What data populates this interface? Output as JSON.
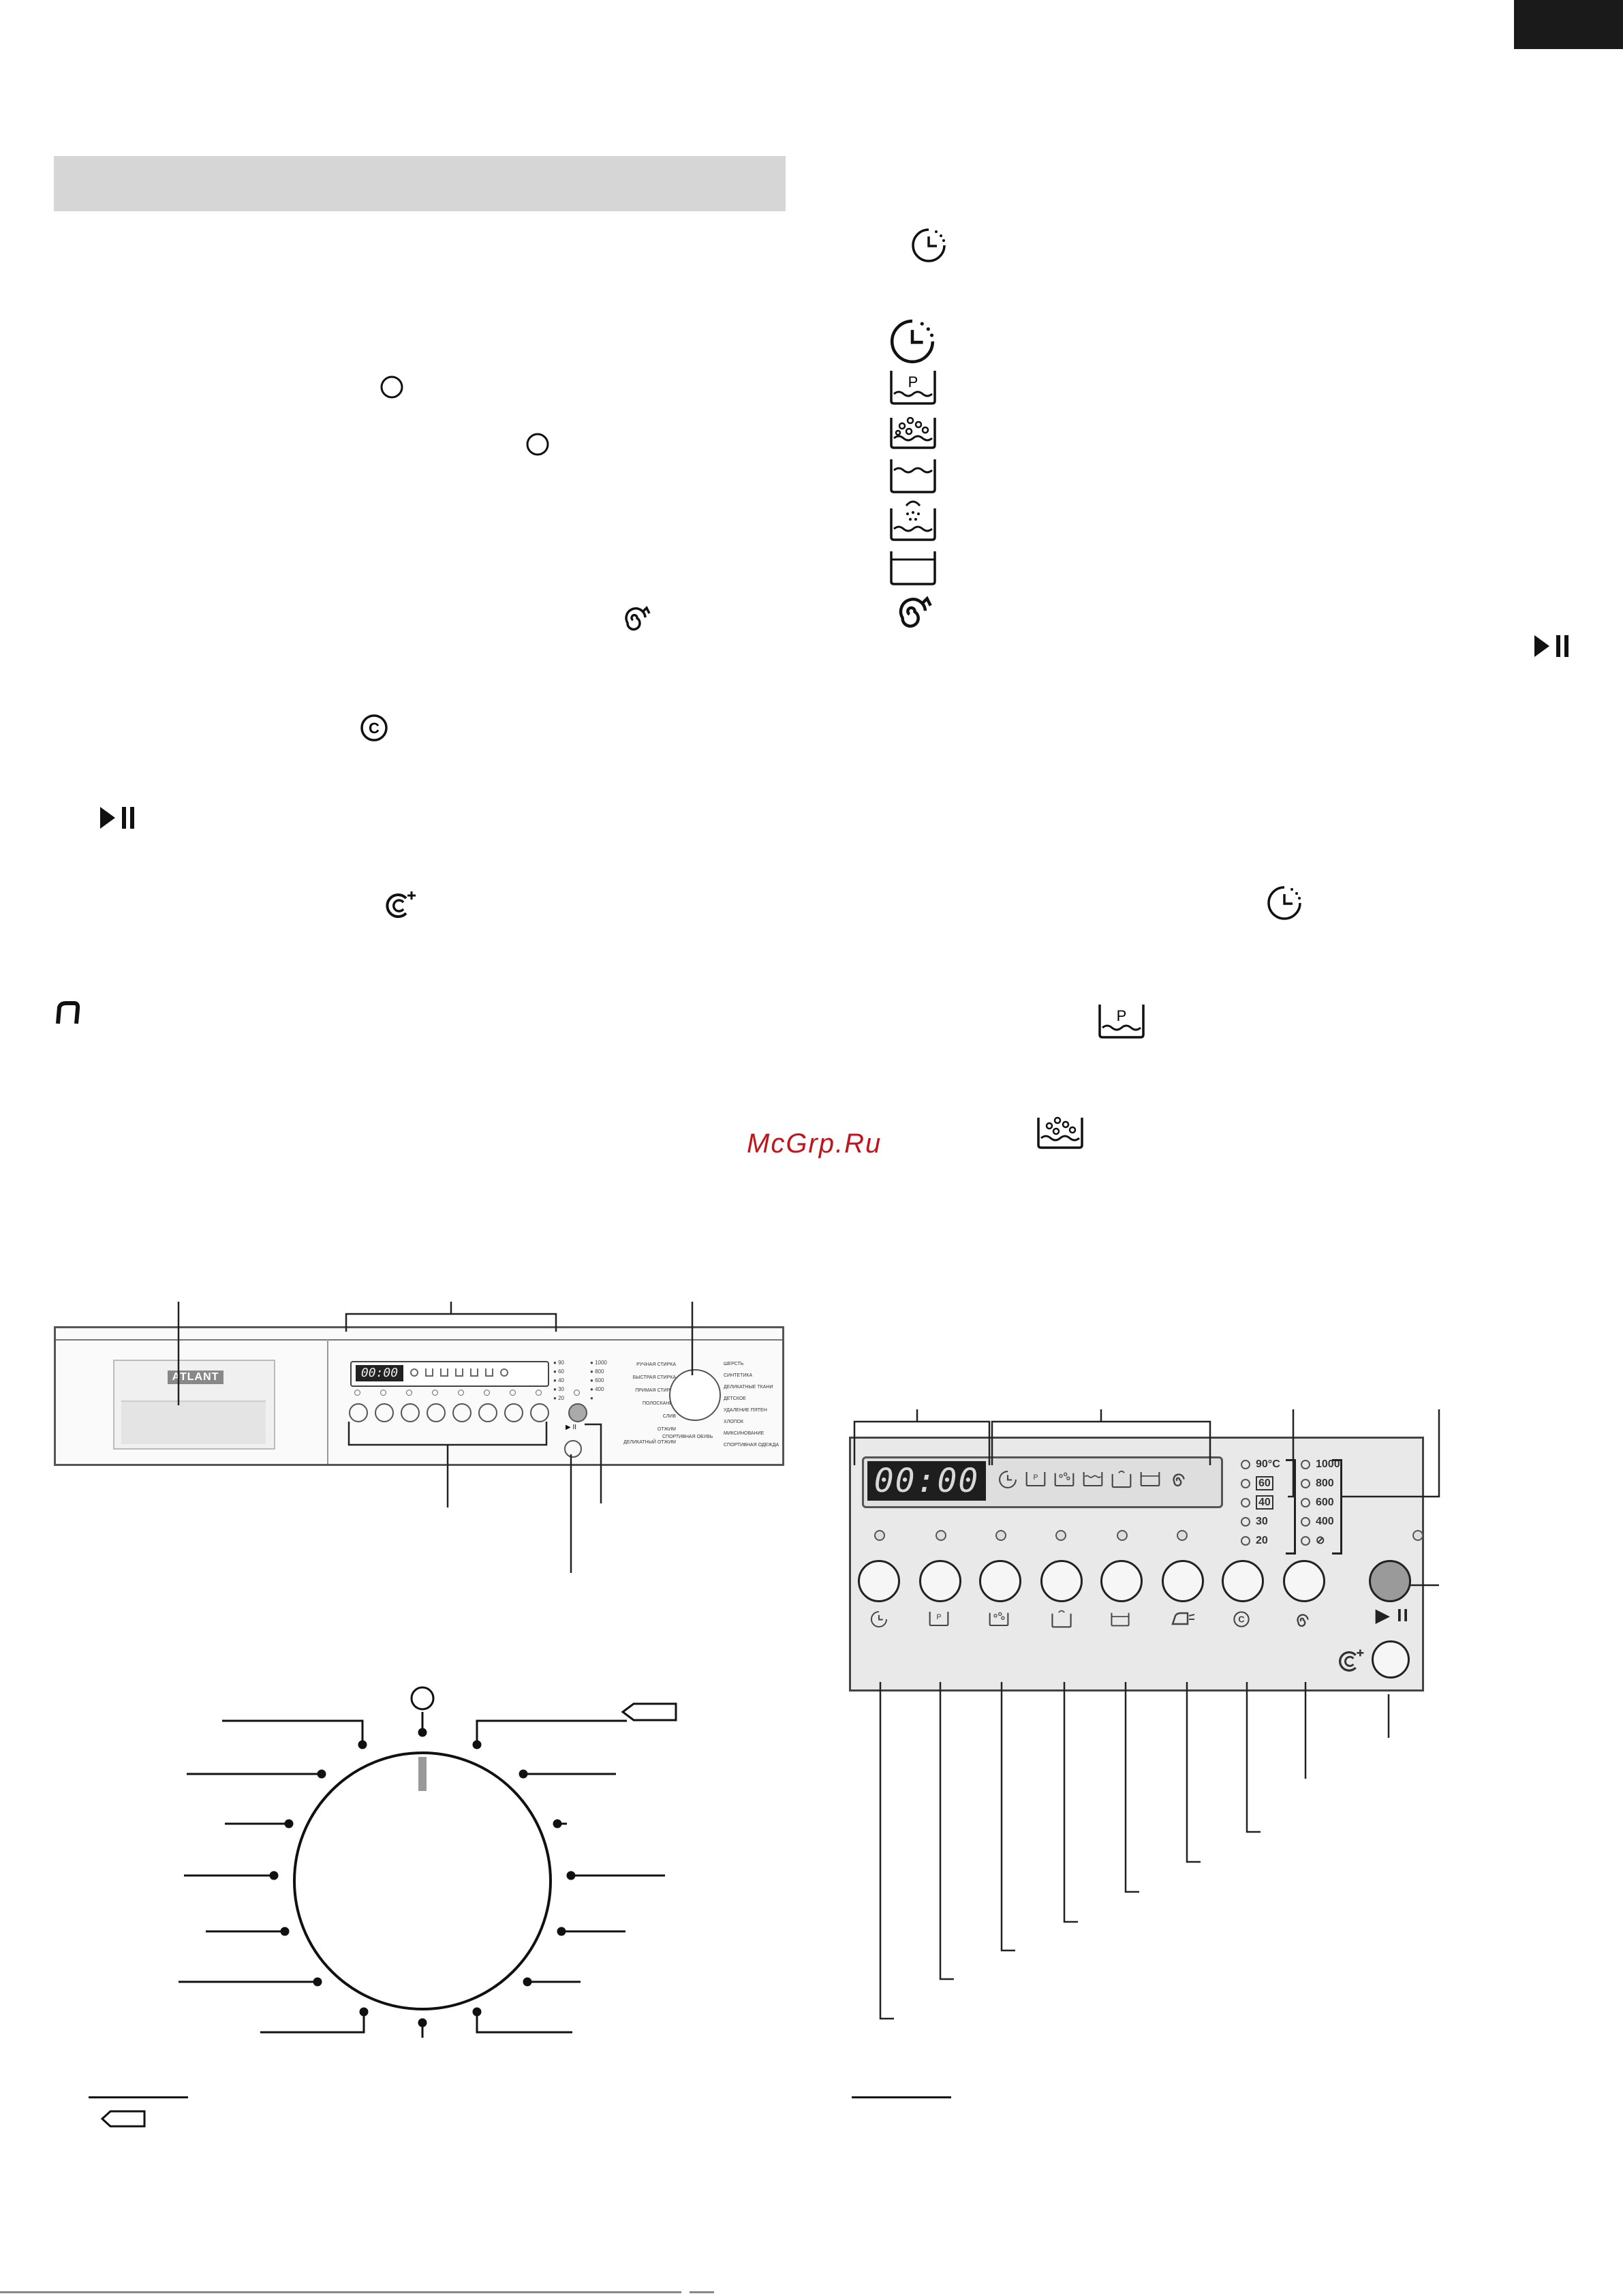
{
  "page_tab": {
    "color": "#1a1a1a"
  },
  "header_bar": {
    "color": "#d6d6d6"
  },
  "watermark": {
    "text": "McGrp.Ru",
    "color": "#c0141c"
  },
  "panel_overview": {
    "brand_logo": "ATLANT",
    "display_text": "00:00",
    "temperature_options": [
      "90",
      "60",
      "40",
      "30",
      "20"
    ],
    "spin_options": [
      "1000",
      "800",
      "600",
      "400"
    ],
    "start_pause_symbol": "▶ II",
    "dial_programs_left": [
      "РУЧНАЯ СТИРКА",
      "БЫСТРАЯ СТИРКА",
      "ПРИМАЯ СТИРКА",
      "ПОЛОСКАНИЕ",
      "СЛИВ",
      "ОТЖИМ",
      "ДЕЛИКАТНЫЙ ОТЖИМ"
    ],
    "dial_programs_right": [
      "ШЕРСТЬ",
      "СИНТЕТИКА",
      "ДЕЛИКАТНЫЕ ТКАНИ",
      "ДЕТСКОЕ",
      "УДАЛЕНИЕ ПЯТЕН",
      "ХЛОПОК",
      "МИКСИНОВАНИЕ",
      "СПОРТИВНАЯ ОДЕЖДА"
    ],
    "dial_program_bottom": "СПОРТИВНАЯ ОБУВЬ"
  },
  "panel_detail": {
    "display_text": "00:00",
    "temperatures": [
      "90°C",
      "60",
      "40",
      "30",
      "20"
    ],
    "spin_speeds": [
      "1000",
      "800",
      "600",
      "400"
    ],
    "start_pause_symbol": "▶ II"
  },
  "symbols": {
    "left_column": [
      "circle-icon",
      "circle-icon",
      "spiral-spin-icon",
      "super-rinse-c-icon",
      "play-pause-icon",
      "child-lock-icon",
      "door-lock-icon"
    ],
    "right_column": [
      "delay-timer-icon",
      "prewash-icon",
      "intensive-wash-icon",
      "wash-icon",
      "soak-icon",
      "rinse-icon",
      "spin-icon"
    ]
  }
}
